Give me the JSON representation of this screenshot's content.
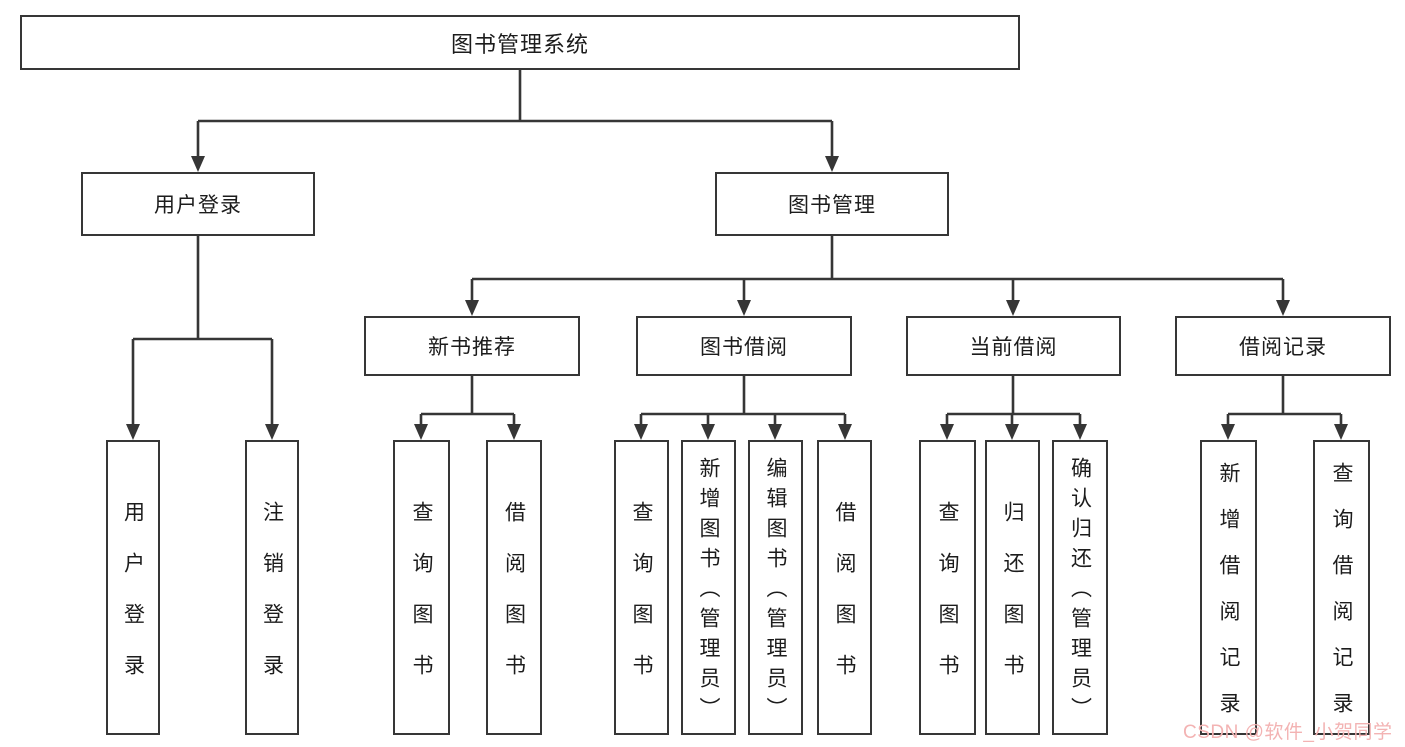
{
  "tree": {
    "label": "图书管理系统",
    "children": [
      {
        "label": "用户登录",
        "children": [
          {
            "label": "用户登录"
          },
          {
            "label": "注销登录"
          }
        ]
      },
      {
        "label": "图书管理",
        "children": [
          {
            "label": "新书推荐",
            "children": [
              {
                "label": "查询图书"
              },
              {
                "label": "借阅图书"
              }
            ]
          },
          {
            "label": "图书借阅",
            "children": [
              {
                "label": "查询图书"
              },
              {
                "label": "新增图书（管理员）"
              },
              {
                "label": "编辑图书（管理员）"
              },
              {
                "label": "借阅图书"
              }
            ]
          },
          {
            "label": "当前借阅",
            "children": [
              {
                "label": "查询图书"
              },
              {
                "label": "归还图书"
              },
              {
                "label": "确认归还（管理员）"
              }
            ]
          },
          {
            "label": "借阅记录",
            "children": [
              {
                "label": "新增借阅记录"
              },
              {
                "label": "查询借阅记录"
              }
            ]
          }
        ]
      }
    ]
  },
  "watermark": {
    "text": "CSDN @软件_小贺同学"
  },
  "colors": {
    "line": "#363636",
    "box-border": "#363636",
    "text": "#1c1c1c",
    "watermark": "#f3b3b3",
    "bg": "#ffffff"
  }
}
